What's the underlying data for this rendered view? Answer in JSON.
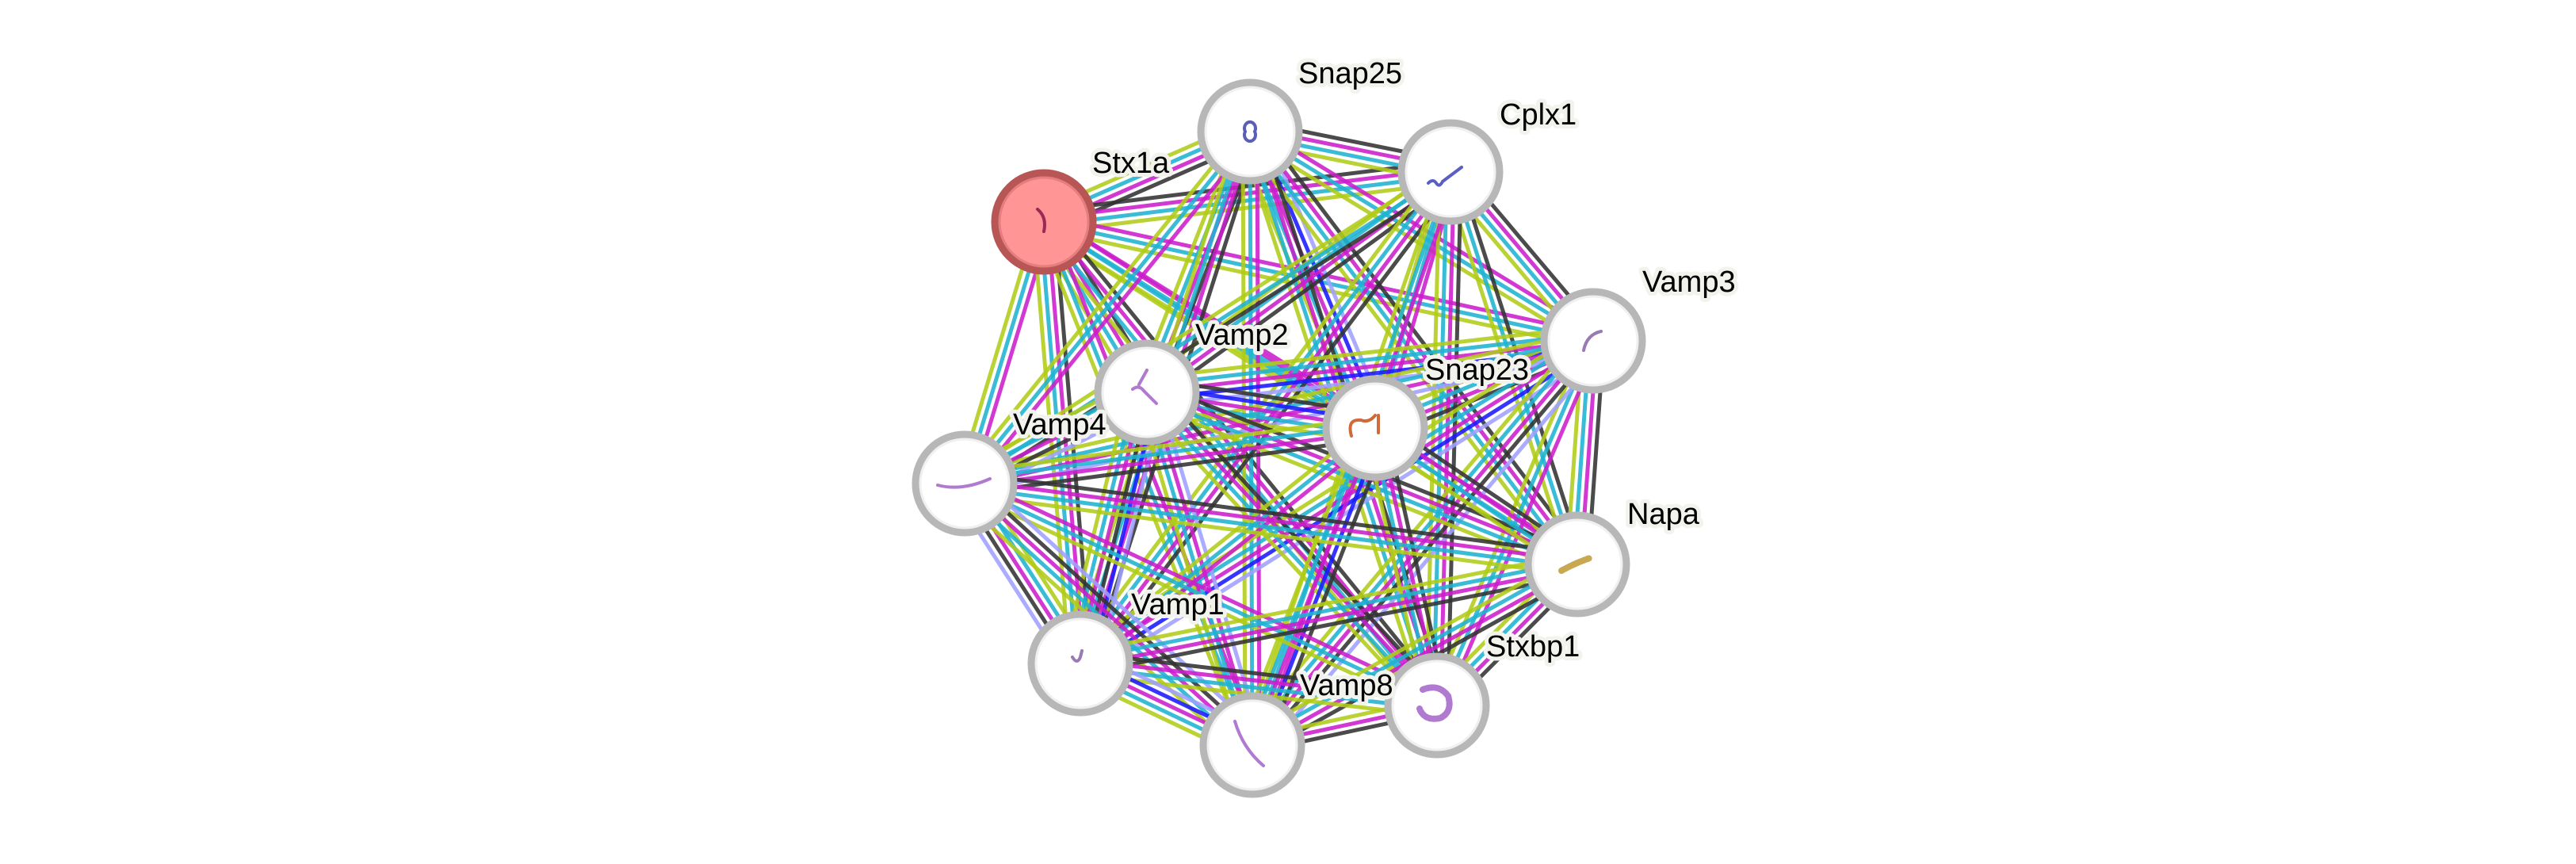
{
  "network": {
    "title": "Protein interaction network",
    "query_protein": "Stx1a",
    "evidence_colors": {
      "database": "#1fb3d1",
      "experiments": "#cc1dcc",
      "textmining": "#b1cc18",
      "coexpression": "#333333",
      "cooccurrence": "#1a1aff",
      "homology": "#a0a0ff"
    },
    "node_style": {
      "query_fill": "#ff9595",
      "query_ring": "#b85555",
      "default_fill": "#ffffff",
      "default_ring": "#b7b7b7"
    },
    "nodes": [
      {
        "id": "Stx1a",
        "label": "Stx1a",
        "query": true,
        "structure_color": "#9a2a55",
        "icon": "protein-structure-icon"
      },
      {
        "id": "Snap25",
        "label": "Snap25",
        "query": false,
        "structure_color": "#5a5fb5",
        "icon": "protein-structure-icon"
      },
      {
        "id": "Cplx1",
        "label": "Cplx1",
        "query": false,
        "structure_color": "#5a5fc5",
        "icon": "protein-structure-icon"
      },
      {
        "id": "Vamp3",
        "label": "Vamp3",
        "query": false,
        "structure_color": "#9a7ab5",
        "icon": "protein-structure-icon"
      },
      {
        "id": "Vamp2",
        "label": "Vamp2",
        "query": false,
        "structure_color": "#b07ad0",
        "icon": "protein-structure-icon"
      },
      {
        "id": "Snap23",
        "label": "Snap23",
        "query": false,
        "structure_color": "#d06a3a",
        "icon": "protein-structure-icon"
      },
      {
        "id": "Vamp4",
        "label": "Vamp4",
        "query": false,
        "structure_color": "#b07ad0",
        "icon": "protein-structure-icon"
      },
      {
        "id": "Napa",
        "label": "Napa",
        "query": false,
        "structure_color": "#c8a850",
        "icon": "protein-structure-icon"
      },
      {
        "id": "Vamp1",
        "label": "Vamp1",
        "query": false,
        "structure_color": "#9a7ab5",
        "icon": "protein-structure-icon"
      },
      {
        "id": "Stxbp1",
        "label": "Stxbp1",
        "query": false,
        "structure_color": "#b07ad0",
        "icon": "protein-structure-icon"
      },
      {
        "id": "Vamp8",
        "label": "Vamp8",
        "query": false,
        "structure_color": "#b07ad0",
        "icon": "protein-structure-icon"
      }
    ],
    "edges": [
      {
        "a": "Stx1a",
        "b": "Snap25",
        "evidence": [
          "textmining",
          "database",
          "experiments",
          "coexpression"
        ]
      },
      {
        "a": "Stx1a",
        "b": "Cplx1",
        "evidence": [
          "coexpression",
          "experiments",
          "database",
          "textmining"
        ]
      },
      {
        "a": "Stx1a",
        "b": "Vamp3",
        "evidence": [
          "experiments",
          "database",
          "textmining"
        ]
      },
      {
        "a": "Stx1a",
        "b": "Vamp2",
        "evidence": [
          "coexpression",
          "experiments",
          "database",
          "textmining"
        ]
      },
      {
        "a": "Stx1a",
        "b": "Snap23",
        "evidence": [
          "experiments",
          "database",
          "textmining"
        ]
      },
      {
        "a": "Stx1a",
        "b": "Vamp4",
        "evidence": [
          "experiments",
          "database",
          "textmining"
        ]
      },
      {
        "a": "Stx1a",
        "b": "Napa",
        "evidence": [
          "experiments",
          "database",
          "textmining"
        ]
      },
      {
        "a": "Stx1a",
        "b": "Vamp1",
        "evidence": [
          "coexpression",
          "experiments",
          "database",
          "textmining"
        ]
      },
      {
        "a": "Stx1a",
        "b": "Stxbp1",
        "evidence": [
          "coexpression",
          "experiments",
          "database",
          "textmining"
        ]
      },
      {
        "a": "Stx1a",
        "b": "Vamp8",
        "evidence": [
          "experiments",
          "database",
          "textmining"
        ]
      },
      {
        "a": "Snap25",
        "b": "Cplx1",
        "evidence": [
          "coexpression",
          "experiments",
          "database",
          "textmining"
        ]
      },
      {
        "a": "Snap25",
        "b": "Vamp3",
        "evidence": [
          "experiments",
          "database",
          "textmining"
        ]
      },
      {
        "a": "Snap25",
        "b": "Vamp2",
        "evidence": [
          "coexpression",
          "experiments",
          "database",
          "textmining"
        ]
      },
      {
        "a": "Snap25",
        "b": "Snap23",
        "evidence": [
          "homology",
          "cooccurrence",
          "experiments",
          "database",
          "textmining"
        ]
      },
      {
        "a": "Snap25",
        "b": "Vamp4",
        "evidence": [
          "experiments",
          "database",
          "textmining"
        ]
      },
      {
        "a": "Snap25",
        "b": "Napa",
        "evidence": [
          "coexpression",
          "experiments",
          "database",
          "textmining"
        ]
      },
      {
        "a": "Snap25",
        "b": "Vamp1",
        "evidence": [
          "coexpression",
          "experiments",
          "database",
          "textmining"
        ]
      },
      {
        "a": "Snap25",
        "b": "Stxbp1",
        "evidence": [
          "coexpression",
          "experiments",
          "database",
          "textmining"
        ]
      },
      {
        "a": "Snap25",
        "b": "Vamp8",
        "evidence": [
          "experiments",
          "database",
          "textmining"
        ]
      },
      {
        "a": "Cplx1",
        "b": "Vamp3",
        "evidence": [
          "coexpression",
          "experiments",
          "database",
          "textmining"
        ]
      },
      {
        "a": "Cplx1",
        "b": "Vamp2",
        "evidence": [
          "coexpression",
          "experiments",
          "database",
          "textmining"
        ]
      },
      {
        "a": "Cplx1",
        "b": "Snap23",
        "evidence": [
          "experiments",
          "database",
          "textmining"
        ]
      },
      {
        "a": "Cplx1",
        "b": "Vamp4",
        "evidence": [
          "coexpression",
          "database",
          "textmining"
        ]
      },
      {
        "a": "Cplx1",
        "b": "Napa",
        "evidence": [
          "coexpression",
          "database",
          "textmining"
        ]
      },
      {
        "a": "Cplx1",
        "b": "Vamp1",
        "evidence": [
          "coexpression",
          "experiments",
          "database",
          "textmining"
        ]
      },
      {
        "a": "Cplx1",
        "b": "Stxbp1",
        "evidence": [
          "coexpression",
          "experiments",
          "database",
          "textmining"
        ]
      },
      {
        "a": "Cplx1",
        "b": "Vamp8",
        "evidence": [
          "experiments",
          "database",
          "textmining"
        ]
      },
      {
        "a": "Vamp3",
        "b": "Vamp2",
        "evidence": [
          "homology",
          "cooccurrence",
          "experiments",
          "database",
          "textmining"
        ]
      },
      {
        "a": "Vamp3",
        "b": "Snap23",
        "evidence": [
          "coexpression",
          "experiments",
          "database",
          "textmining"
        ]
      },
      {
        "a": "Vamp3",
        "b": "Vamp4",
        "evidence": [
          "homology",
          "experiments",
          "database",
          "textmining"
        ]
      },
      {
        "a": "Vamp3",
        "b": "Napa",
        "evidence": [
          "coexpression",
          "experiments",
          "database",
          "textmining"
        ]
      },
      {
        "a": "Vamp3",
        "b": "Vamp1",
        "evidence": [
          "homology",
          "cooccurrence",
          "experiments",
          "database",
          "textmining"
        ]
      },
      {
        "a": "Vamp3",
        "b": "Stxbp1",
        "evidence": [
          "experiments",
          "database",
          "textmining"
        ]
      },
      {
        "a": "Vamp3",
        "b": "Vamp8",
        "evidence": [
          "homology",
          "coexpression",
          "experiments",
          "database",
          "textmining"
        ]
      },
      {
        "a": "Vamp2",
        "b": "Snap23",
        "evidence": [
          "coexpression",
          "cooccurrence",
          "experiments",
          "database",
          "textmining"
        ]
      },
      {
        "a": "Vamp2",
        "b": "Vamp4",
        "evidence": [
          "homology",
          "coexpression",
          "experiments",
          "database",
          "textmining"
        ]
      },
      {
        "a": "Vamp2",
        "b": "Napa",
        "evidence": [
          "coexpression",
          "experiments",
          "database",
          "textmining"
        ]
      },
      {
        "a": "Vamp2",
        "b": "Vamp1",
        "evidence": [
          "homology",
          "cooccurrence",
          "coexpression",
          "experiments",
          "database",
          "textmining"
        ]
      },
      {
        "a": "Vamp2",
        "b": "Stxbp1",
        "evidence": [
          "coexpression",
          "experiments",
          "database",
          "textmining"
        ]
      },
      {
        "a": "Vamp2",
        "b": "Vamp8",
        "evidence": [
          "homology",
          "experiments",
          "database",
          "textmining"
        ]
      },
      {
        "a": "Snap23",
        "b": "Vamp4",
        "evidence": [
          "coexpression",
          "experiments",
          "database",
          "textmining"
        ]
      },
      {
        "a": "Snap23",
        "b": "Napa",
        "evidence": [
          "coexpression",
          "experiments",
          "database",
          "textmining"
        ]
      },
      {
        "a": "Snap23",
        "b": "Vamp1",
        "evidence": [
          "experiments",
          "database",
          "textmining"
        ]
      },
      {
        "a": "Snap23",
        "b": "Stxbp1",
        "evidence": [
          "coexpression",
          "experiments",
          "database",
          "textmining"
        ]
      },
      {
        "a": "Snap23",
        "b": "Vamp8",
        "evidence": [
          "coexpression",
          "cooccurrence",
          "experiments",
          "database",
          "textmining"
        ]
      },
      {
        "a": "Vamp4",
        "b": "Napa",
        "evidence": [
          "coexpression",
          "experiments",
          "database",
          "textmining"
        ]
      },
      {
        "a": "Vamp4",
        "b": "Vamp1",
        "evidence": [
          "textmining",
          "database",
          "experiments",
          "coexpression",
          "homology"
        ]
      },
      {
        "a": "Vamp4",
        "b": "Stxbp1",
        "evidence": [
          "experiments",
          "database",
          "textmining"
        ]
      },
      {
        "a": "Vamp4",
        "b": "Vamp8",
        "evidence": [
          "homology",
          "coexpression",
          "experiments",
          "database",
          "textmining"
        ]
      },
      {
        "a": "Napa",
        "b": "Vamp1",
        "evidence": [
          "coexpression",
          "experiments",
          "database",
          "textmining"
        ]
      },
      {
        "a": "Napa",
        "b": "Stxbp1",
        "evidence": [
          "coexpression",
          "experiments",
          "database",
          "textmining"
        ]
      },
      {
        "a": "Napa",
        "b": "Vamp8",
        "evidence": [
          "coexpression",
          "experiments",
          "database",
          "textmining"
        ]
      },
      {
        "a": "Vamp1",
        "b": "Stxbp1",
        "evidence": [
          "coexpression",
          "experiments",
          "database",
          "textmining"
        ]
      },
      {
        "a": "Vamp1",
        "b": "Vamp8",
        "evidence": [
          "homology",
          "cooccurrence",
          "experiments",
          "database",
          "textmining"
        ]
      },
      {
        "a": "Stxbp1",
        "b": "Vamp8",
        "evidence": [
          "coexpression",
          "experiments",
          "textmining"
        ]
      }
    ]
  }
}
